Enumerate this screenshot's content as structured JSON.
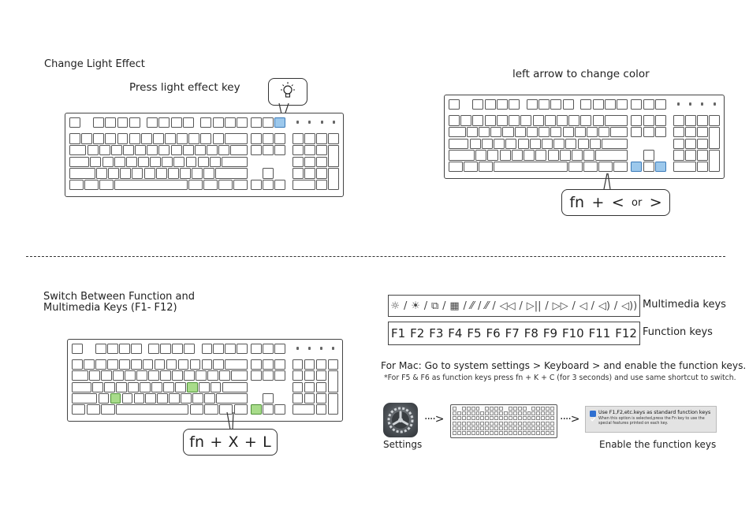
{
  "sections": {
    "change_light": {
      "title": "Change Light Effect",
      "instruction": "Press light effect key",
      "bubble_icon": "lightbulb-icon"
    },
    "change_color": {
      "instruction": "left arrow to change color",
      "combo": {
        "fn": "fn",
        "plus": "+",
        "left": "<",
        "or": "or",
        "right": ">"
      }
    },
    "switch_keys": {
      "title_line1": "Switch Between Function and",
      "title_line2": "Multimedia Keys (F1- F12)",
      "combo": {
        "fn": "fn",
        "plus1": "+",
        "x": "X",
        "plus2": "+",
        "l": "L"
      }
    },
    "multimedia": {
      "label": "Multimedia keys",
      "icons": [
        "☼",
        "/",
        "☀",
        "/",
        "⧉",
        "/",
        "▦",
        "/",
        "⁄⁄",
        "/",
        "⁄⁄",
        "/",
        "◁◁",
        "/",
        "▷||",
        "/",
        "▷▷",
        "/",
        "◁",
        "/",
        "◁)",
        "/",
        "◁))"
      ]
    },
    "function": {
      "label": "Function keys",
      "keys": [
        "F1",
        "F2",
        "F3",
        "F4",
        "F5",
        "F6",
        "F7",
        "F8",
        "F9",
        "F10",
        "F11",
        "F12"
      ]
    },
    "mac": {
      "line1": "For Mac: Go to system settings > Keyboard > and enable the function keys.",
      "line2": "*For F5 & F6 as function keys press fn + K + C (for 3 seconds) and use same shortcut to switch.",
      "settings_label": "Settings",
      "arrow1": "····>",
      "arrow2": "····>",
      "pref_checkbox_text": "Use F1,F2,etc.keys as standard function keys",
      "pref_detail": "When this option is selected,press the Fn key to use the special features printed on each key.",
      "enable_label": "Enable the function keys"
    }
  },
  "colors": {
    "highlight_blue": "#9cc8ec",
    "highlight_green": "#a8dc8a"
  }
}
